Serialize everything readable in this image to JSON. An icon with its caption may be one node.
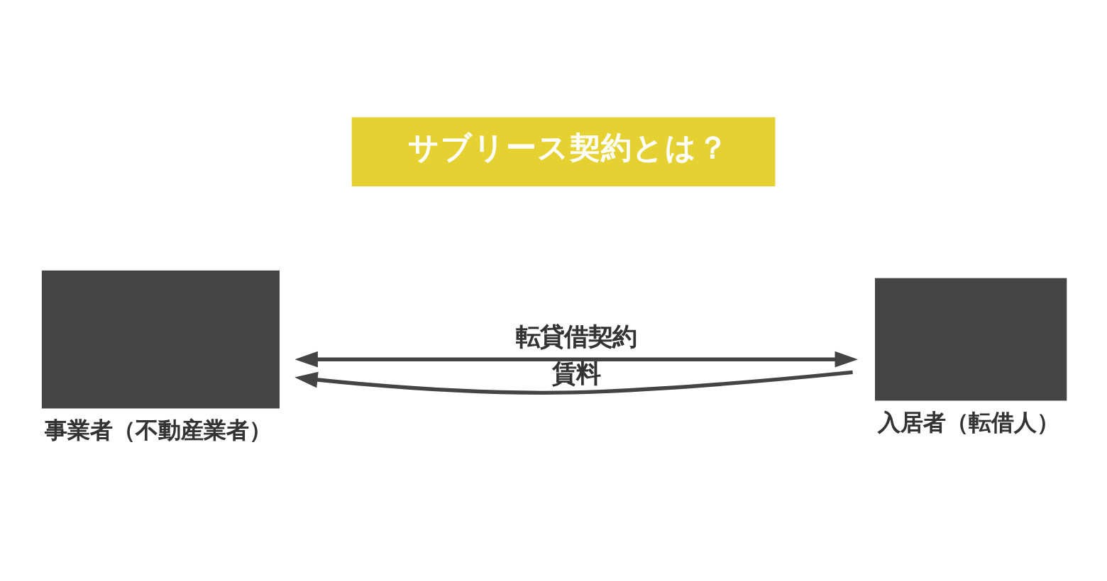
{
  "diagram": {
    "nodes": [
      {
        "text": [
          "サブリース契約とは？"
        ]
      },
      {
        "text": [
          "事業者（不動産業者）"
        ]
      },
      {
        "text": [
          "入居者（転借人）"
        ]
      }
    ],
    "edges": [
      {
        "from": 1,
        "to": 2,
        "arrow": "both",
        "label": "転貸借契約"
      },
      {
        "from": 2,
        "to": 1,
        "arrow": "to",
        "label": "賃料"
      }
    ]
  }
}
